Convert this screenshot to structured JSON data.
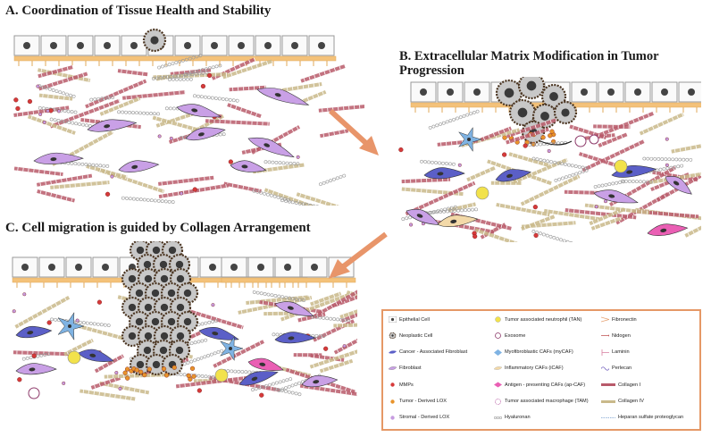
{
  "titles": {
    "a": "A. Coordination of Tissue Health and Stability",
    "b": "B. Extracellular Matrix Modification in Tumor Progression",
    "c": "C. Cell migration is guided by Collagen Arrangement"
  },
  "legend": {
    "col1": [
      {
        "key": "epithelial",
        "label": "Epithelial Cell"
      },
      {
        "key": "neoplastic",
        "label": "Neoplastic Cell"
      },
      {
        "key": "caf",
        "label": "Cancer - Associated Fibroblast"
      },
      {
        "key": "fibroblast",
        "label": "Fibroblast"
      },
      {
        "key": "mmp",
        "label": "MMPs"
      },
      {
        "key": "tumor_lox",
        "label": "Tumor - Derived LOX"
      },
      {
        "key": "stromal_lox",
        "label": "Stromal - Derived LOX"
      }
    ],
    "col2": [
      {
        "key": "tan",
        "label": "Tumor associated neutrophil (TAN)"
      },
      {
        "key": "exosome",
        "label": "Exosome"
      },
      {
        "key": "mycaf",
        "label": "Myofibroblastic CAFs (myCAF)"
      },
      {
        "key": "icaf",
        "label": "Inflammatory CAFs (iCAF)"
      },
      {
        "key": "apcaf",
        "label": "Antigen - presenting CAFs (ap-CAF)"
      },
      {
        "key": "tam",
        "label": "Tumor associated macrophage (TAM)"
      },
      {
        "key": "hyaluronan",
        "label": "Hyaluronan"
      }
    ],
    "col3": [
      {
        "key": "fibronectin",
        "label": "Fibronectin"
      },
      {
        "key": "nidogen",
        "label": "Nidogen"
      },
      {
        "key": "laminin",
        "label": "Laminin"
      },
      {
        "key": "perlecan",
        "label": "Perlecan"
      },
      {
        "key": "collagen1",
        "label": "Collagen I"
      },
      {
        "key": "collagen4",
        "label": "Collagen IV"
      },
      {
        "key": "hspg",
        "label": "Heparan sulfate proteoglycan"
      }
    ]
  },
  "colors": {
    "membrane": "#f4c27a",
    "epithelial_border": "#999999",
    "nucleus": "#444444",
    "caf": "#5b5fc7",
    "fibroblast": "#c9a0e6",
    "mmp": "#d63a3a",
    "tumor_lox": "#e8932b",
    "stromal_lox": "#c79ce0",
    "exosome": "#8e3b6b",
    "mycaf": "#7fb3e3",
    "icaf": "#f3d9a8",
    "apcaf": "#ea5fb4",
    "tan": "#f2e24b",
    "collagen1": "#b85a6a",
    "collagen4": "#c9b98a",
    "arrow": "#e8956a",
    "legend_border": "#e59866"
  }
}
